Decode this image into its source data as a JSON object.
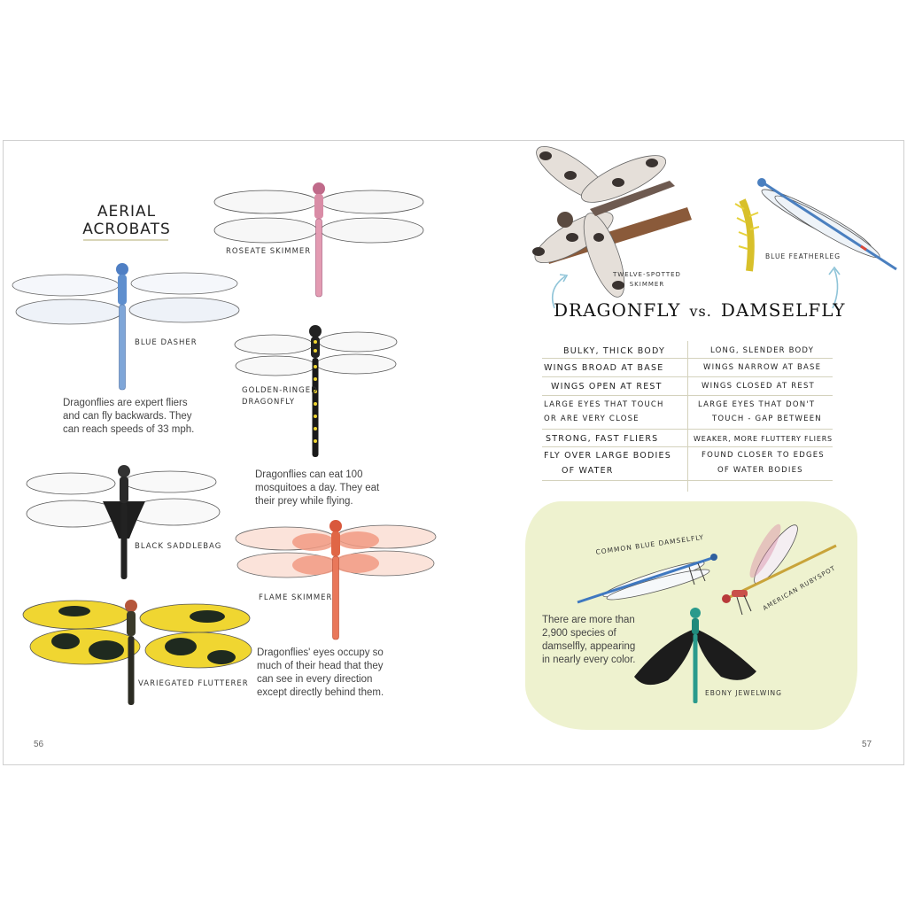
{
  "left_page": {
    "title_line1": "AERIAL",
    "title_line2": "ACROBATS",
    "labels": {
      "roseate": "ROSEATE SKIMMER",
      "blue_dasher": "BLUE DASHER",
      "golden_ringed_1": "GOLDEN-RINGED",
      "golden_ringed_2": "DRAGONFLY",
      "black_saddlebag": "BLACK SADDLEBAG",
      "flame": "FLAME SKIMMER",
      "variegated": "VARIEGATED FLUTTERER"
    },
    "text1": [
      "Dragonflies are expert fliers",
      "and can fly backwards. They",
      "can reach speeds of 33 mph."
    ],
    "text2": [
      "Dragonflies can eat 100",
      "mosquitoes a day. They eat",
      "their prey while flying."
    ],
    "text3": [
      "Dragonflies' eyes occupy so",
      "much of their head that they",
      "can see in every direction",
      "except directly behind them."
    ],
    "page_number": "56"
  },
  "right_page": {
    "label_twelve_1": "TWELVE-SPOTTED",
    "label_twelve_2": "SKIMMER",
    "label_feather": "BLUE FEATHERLEG",
    "title_dragonfly": "DRAGONFLY",
    "title_vs": "vs.",
    "title_damselfly": "DAMSELFLY",
    "comparison": {
      "dragonfly": [
        [
          "BULKY, THICK BODY"
        ],
        [
          "WINGS BROAD AT BASE"
        ],
        [
          "WINGS OPEN AT REST"
        ],
        [
          "LARGE EYES THAT TOUCH",
          "OR ARE VERY CLOSE"
        ],
        [
          "STRONG, FAST FLIERS"
        ],
        [
          "FLY OVER LARGE BODIES",
          "OF WATER"
        ]
      ],
      "damselfly": [
        [
          "LONG, SLENDER BODY"
        ],
        [
          "WINGS NARROW AT BASE"
        ],
        [
          "WINGS CLOSED AT REST"
        ],
        [
          "LARGE EYES THAT DON'T",
          "TOUCH - GAP BETWEEN"
        ],
        [
          "WEAKER, MORE FLUTTERY FLIERS"
        ],
        [
          "FOUND CLOSER TO EDGES",
          "OF WATER BODIES"
        ]
      ]
    },
    "label_common_blue": "COMMON BLUE DAMSELFLY",
    "label_rubyspot": "AMERICAN RUBYSPOT",
    "label_ebony": "EBONY JEWELWING",
    "damsel_text": [
      "There are more than",
      "2,900 species of",
      "damselfly, appearing",
      "in nearly every color."
    ],
    "page_number": "57"
  },
  "colors": {
    "blue": "#7fa6d8",
    "pink": "#d98ca6",
    "orange": "#e9775a",
    "yellow": "#f0d631",
    "green_wash": "#eef2cf",
    "arrow": "#8fc4d8"
  }
}
